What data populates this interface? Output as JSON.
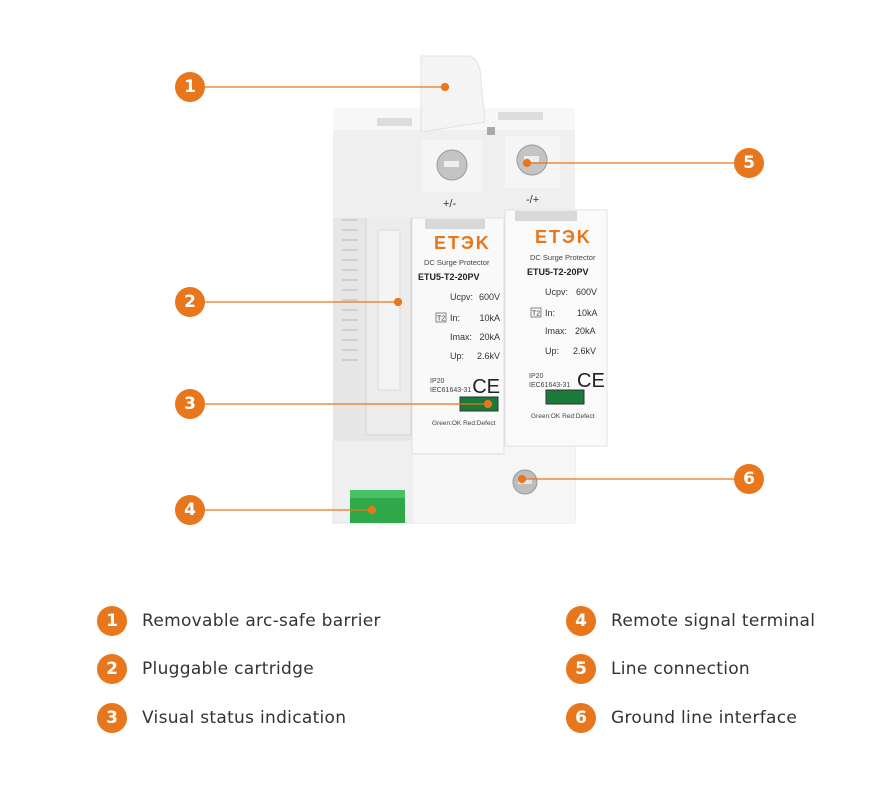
{
  "accent_color": "#E8761C",
  "terminal_labels": {
    "left": "+/-",
    "right": "-/+"
  },
  "product_label": {
    "brand": "ETЭK",
    "type": "DC Surge Protector",
    "model": "ETU5-T2-20PV",
    "ucpv_label": "Ucpv:",
    "ucpv_value": "600V",
    "class_badge": "T2",
    "in_label": "In:",
    "in_value": "10kA",
    "imax_label": "Imax:",
    "imax_value": "20kA",
    "up_label": "Up:",
    "up_value": "2.6kV",
    "ip": "IP20",
    "standard": "IEC61643-31",
    "ce_mark": "CE",
    "indicator_legend": "Green:OK  Red:Defect"
  },
  "callouts": [
    "1",
    "2",
    "3",
    "4",
    "5",
    "6"
  ],
  "legend": [
    {
      "number": "1",
      "label": "Removable arc-safe barrier"
    },
    {
      "number": "2",
      "label": "Pluggable cartridge"
    },
    {
      "number": "3",
      "label": "Visual status indication"
    },
    {
      "number": "4",
      "label": "Remote signal terminal"
    },
    {
      "number": "5",
      "label": "Line connection"
    },
    {
      "number": "6",
      "label": "Ground line interface"
    }
  ]
}
